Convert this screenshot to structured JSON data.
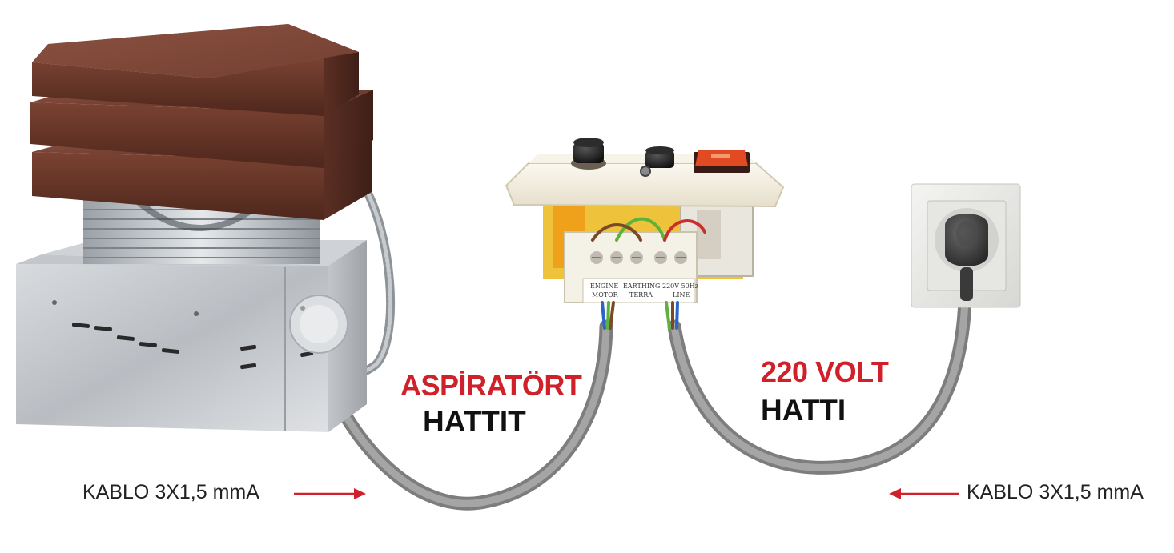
{
  "labels": {
    "aspirator_title": "ASPİRATÖRT",
    "aspirator_subtitle": "HATTIT",
    "voltage_title": "220 VOLT",
    "voltage_subtitle": "HATTI",
    "cable_left": "KABLO 3X1,5 mmA",
    "cable_right": "KABLO 3X1,5 mmA"
  },
  "controller_terminals": {
    "motor_label_1": "ENGINE",
    "motor_label_2": "MOTOR",
    "earth_label_1": "EARTHING",
    "earth_label_2": "TERRA",
    "line_label_1": "220V 50Hz",
    "line_label_2": "LINE"
  },
  "colors": {
    "accent_red": "#d0202a",
    "text_dark": "#111111",
    "cable_gray": "#8f8f8f",
    "cap_brown": "#6b3a2c",
    "galvanized": "#c9ccd0",
    "plate_cream": "#f3eee1",
    "switch_orange": "#e24a23"
  },
  "icons": {
    "arrow_left_label": "arrow-right-icon",
    "arrow_right_label": "arrow-left-icon"
  }
}
